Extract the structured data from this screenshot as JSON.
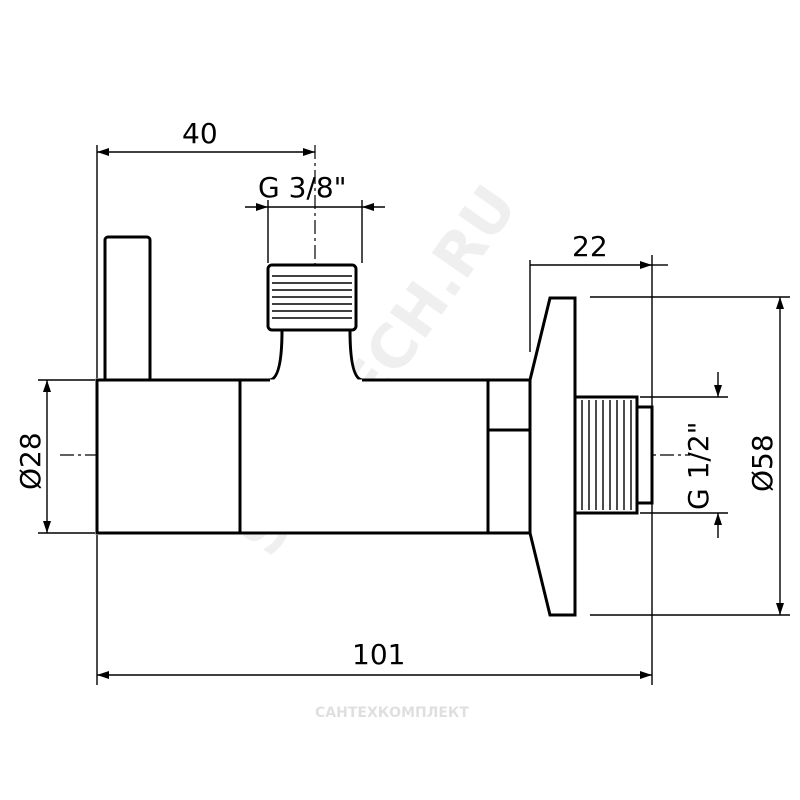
{
  "drawing": {
    "dimensions": {
      "handle_offset": "40",
      "top_thread": "G 3/8\"",
      "flange_depth": "22",
      "body_diameter": "Ø28",
      "side_thread": "G 1/2\"",
      "flange_diameter": "Ø58",
      "overall_length": "101"
    },
    "watermarks": {
      "main": "SANTECH.RU",
      "footer": "САНТЕХКОМПЛЕКТ"
    }
  }
}
